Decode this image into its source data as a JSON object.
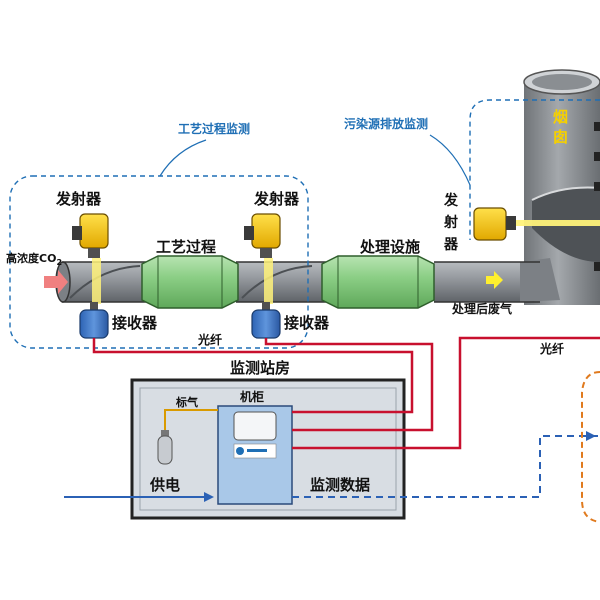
{
  "labels": {
    "process_monitoring": "工艺过程监测",
    "emission_monitoring": "污染源排放监测",
    "chimney": "烟囱",
    "emitter_1": "发射器",
    "emitter_2": "发射器",
    "emitter_3": "发射器",
    "high_co2": "高浓度CO",
    "co2_subscript": "2",
    "craft_process": "工艺过程",
    "treatment_facility": "处理设施",
    "receiver_1": "接收器",
    "receiver_2": "接收器",
    "fiber_1": "光纤",
    "fiber_2": "光纤",
    "treated_exhaust": "处理后废气",
    "station": "监测站房",
    "standard_gas": "标气",
    "cabinet": "机柜",
    "power_supply": "供电",
    "monitoring_data": "监测数据"
  },
  "colors": {
    "accent_blue": "#1f6fb5",
    "fiber_red": "#c8102e",
    "emitter_yellow": "#f5c400",
    "pipe_green": "#8ccf86",
    "pipe_gray": "#8f9398",
    "laser_yellow": "#fff27a",
    "station_fill": "#d8dde3",
    "cabinet_fill": "#a9c8e8"
  },
  "icons": {
    "emitter": "emitter-device-icon",
    "receiver": "receiver-device-icon",
    "gas_cylinder": "gas-cylinder-icon",
    "flow_arrow": "flow-arrow-icon"
  }
}
